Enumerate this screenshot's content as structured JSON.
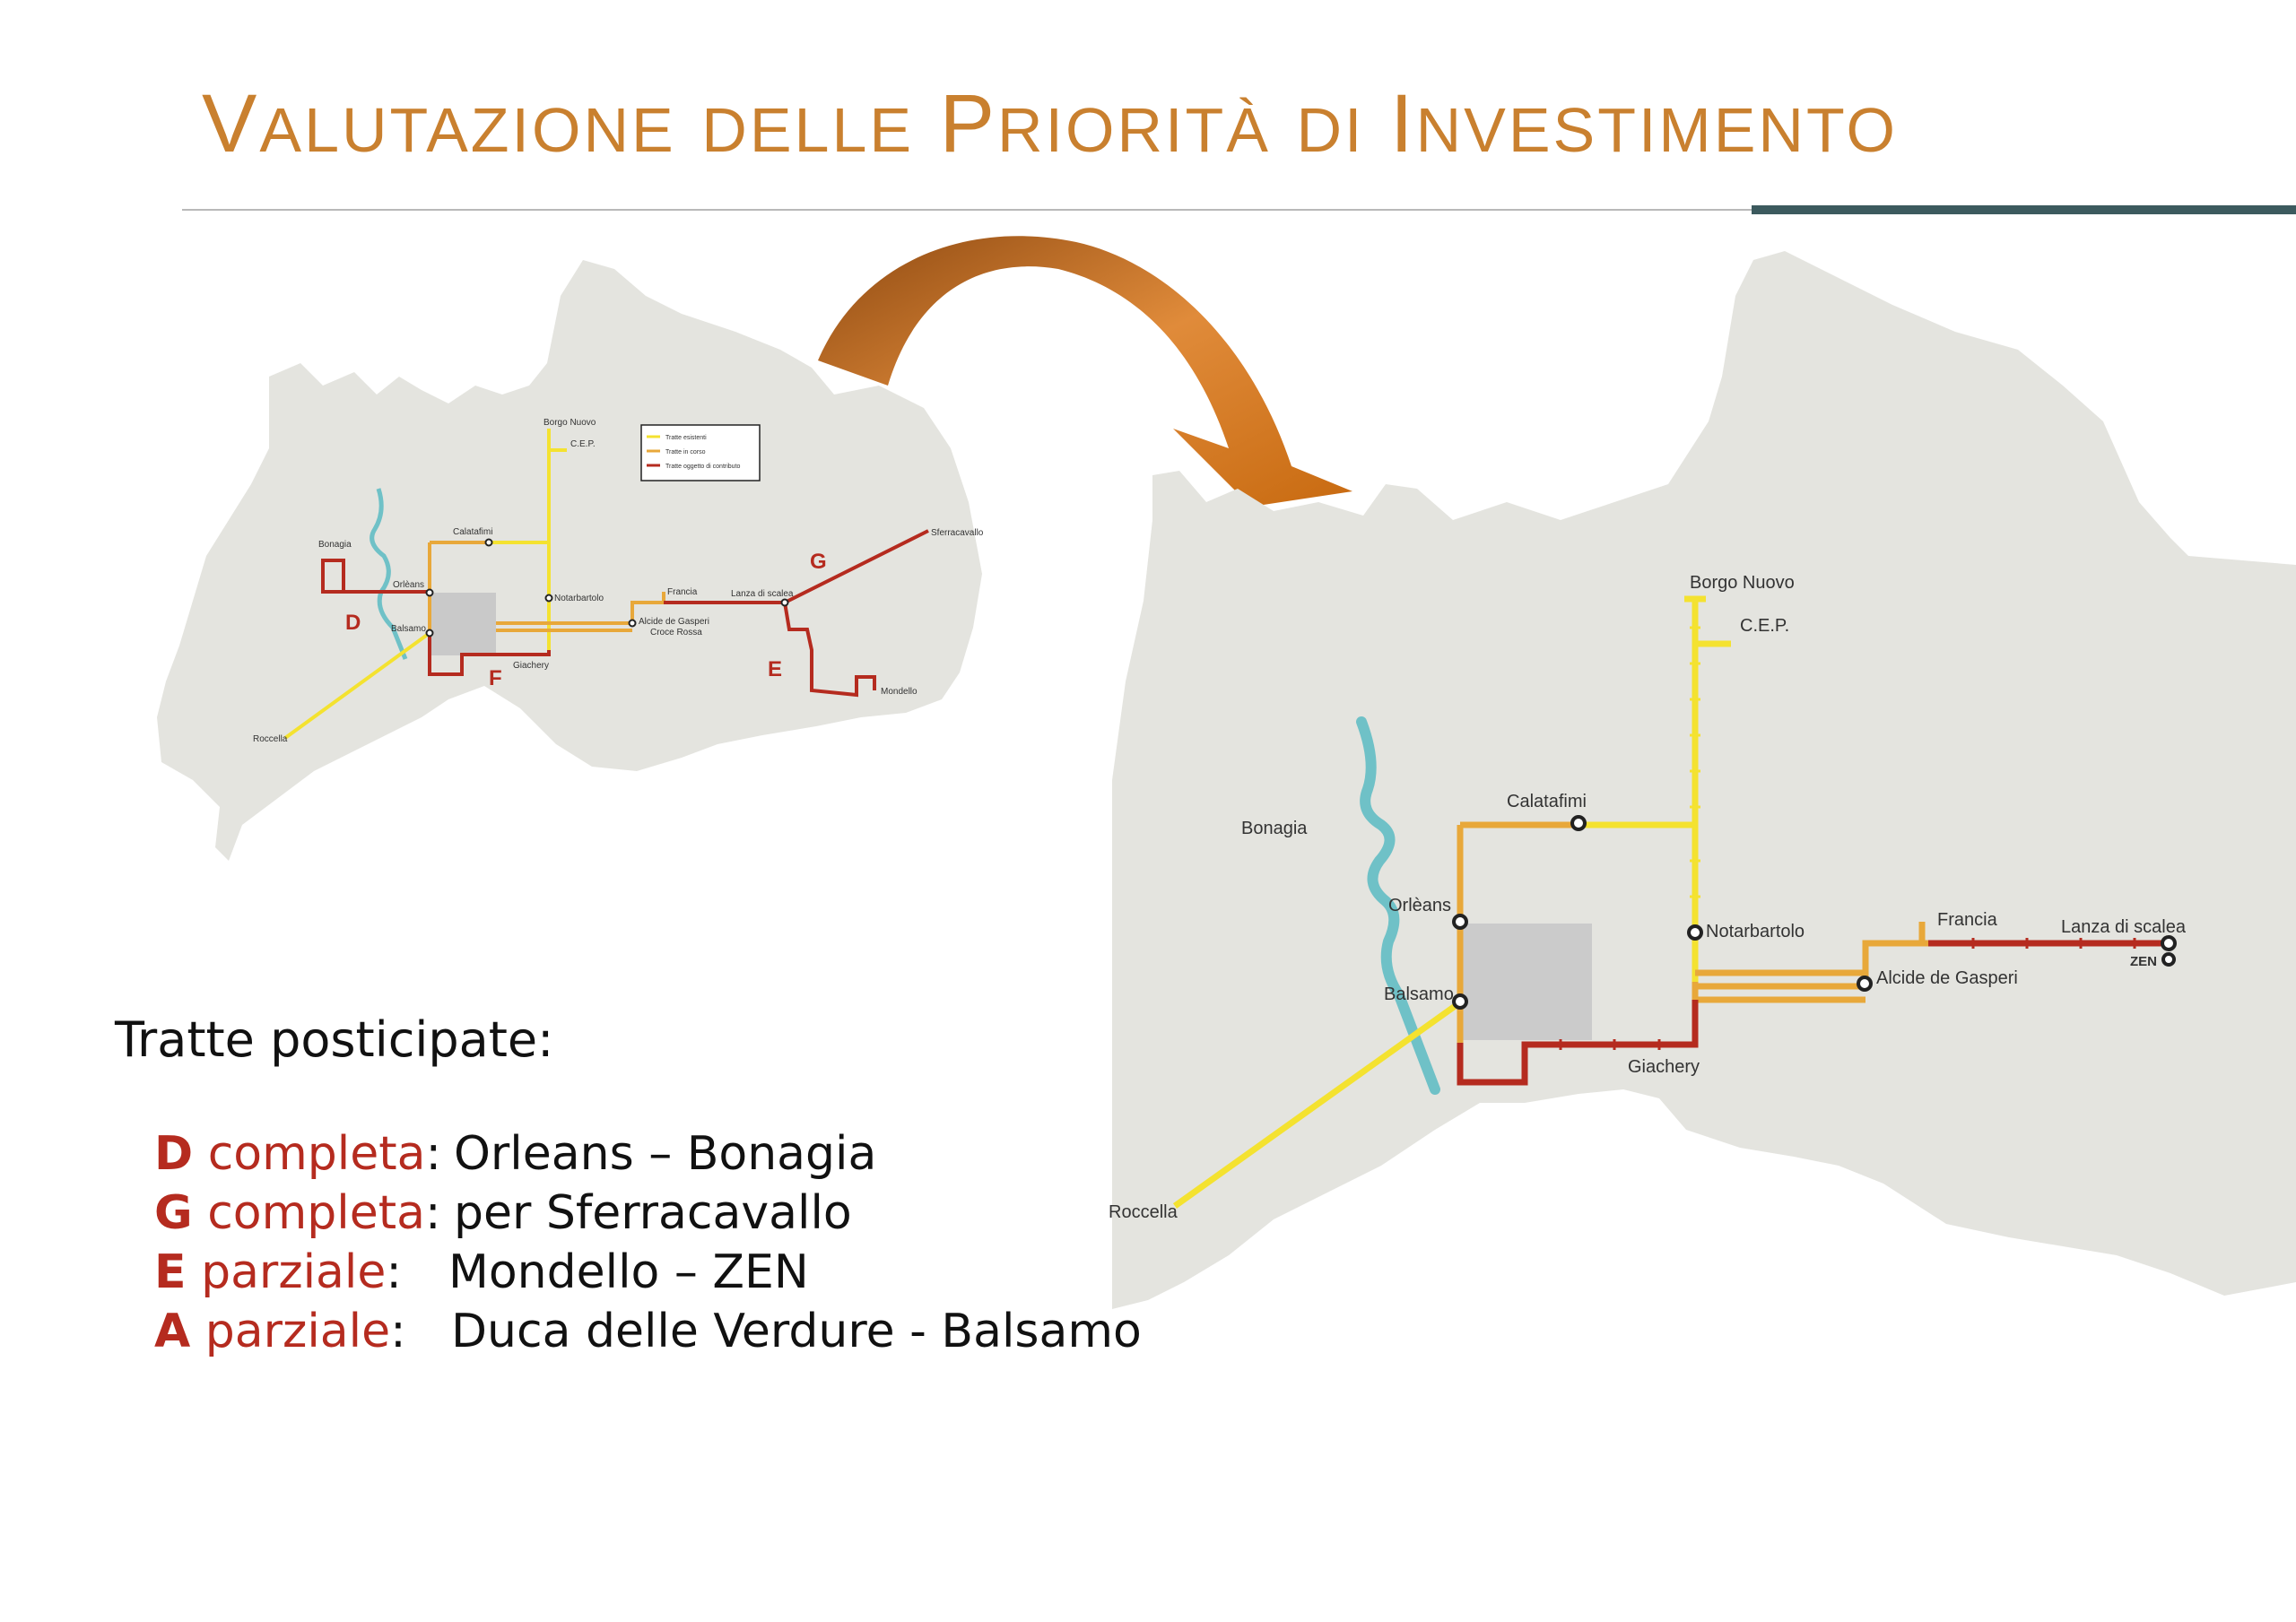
{
  "title": {
    "words": [
      {
        "cap": "V",
        "rest": "ALUTAZIONE"
      },
      {
        "cap": "",
        "rest": "DELLE"
      },
      {
        "cap": "P",
        "rest": "RIORITÀ"
      },
      {
        "cap": "",
        "rest": "DI"
      },
      {
        "cap": "I",
        "rest": "NVESTIMENTO"
      }
    ]
  },
  "legend_small": {
    "items": [
      "Tratte esistenti",
      "Tratte in corso",
      "Tratte oggetto di contributo"
    ]
  },
  "small_map": {
    "labels": [
      "Borgo Nuovo",
      "C.E.P.",
      "Calatafimi",
      "Bonagia",
      "Orlèans",
      "Notarbartolo",
      "Francia",
      "Lanza di scalea",
      "Sferracavallo",
      "Balsamo",
      "Alcide de Gasperi",
      "Croce Rossa",
      "Giachery",
      "Mondello",
      "Roccella"
    ],
    "letters": [
      "D",
      "F",
      "G",
      "E"
    ]
  },
  "big_map": {
    "labels": [
      "Borgo Nuovo",
      "C.E.P.",
      "Calatafimi",
      "Bonagia",
      "Orlèans",
      "Notarbartolo",
      "Francia",
      "Lanza di scalea",
      "ZEN",
      "Alcide de Gasperi",
      "Balsamo",
      "Giachery",
      "Roccella"
    ]
  },
  "text": {
    "heading": "Tratte posticipate:",
    "rows": [
      {
        "code": "D",
        "kind": "completa",
        "sep": ":",
        "desc": "Orleans – Bonagia"
      },
      {
        "code": "G",
        "kind": "completa",
        "sep": ":",
        "desc": "per Sferracavallo"
      },
      {
        "code": "E",
        "kind": "parziale",
        "sep": ":",
        "desc": "Mondello – ZEN"
      },
      {
        "code": "A",
        "kind": "parziale",
        "sep": ":",
        "desc": "Duca delle Verdure - Balsamo"
      }
    ]
  },
  "colors": {
    "title": "#c9802f",
    "accent_rule": "#3c5a5e",
    "existing": "#f4e230",
    "in_progress": "#e8a83a",
    "funded": "#b52b1f",
    "river": "#6fc1c7",
    "land": "#e4e4df"
  }
}
